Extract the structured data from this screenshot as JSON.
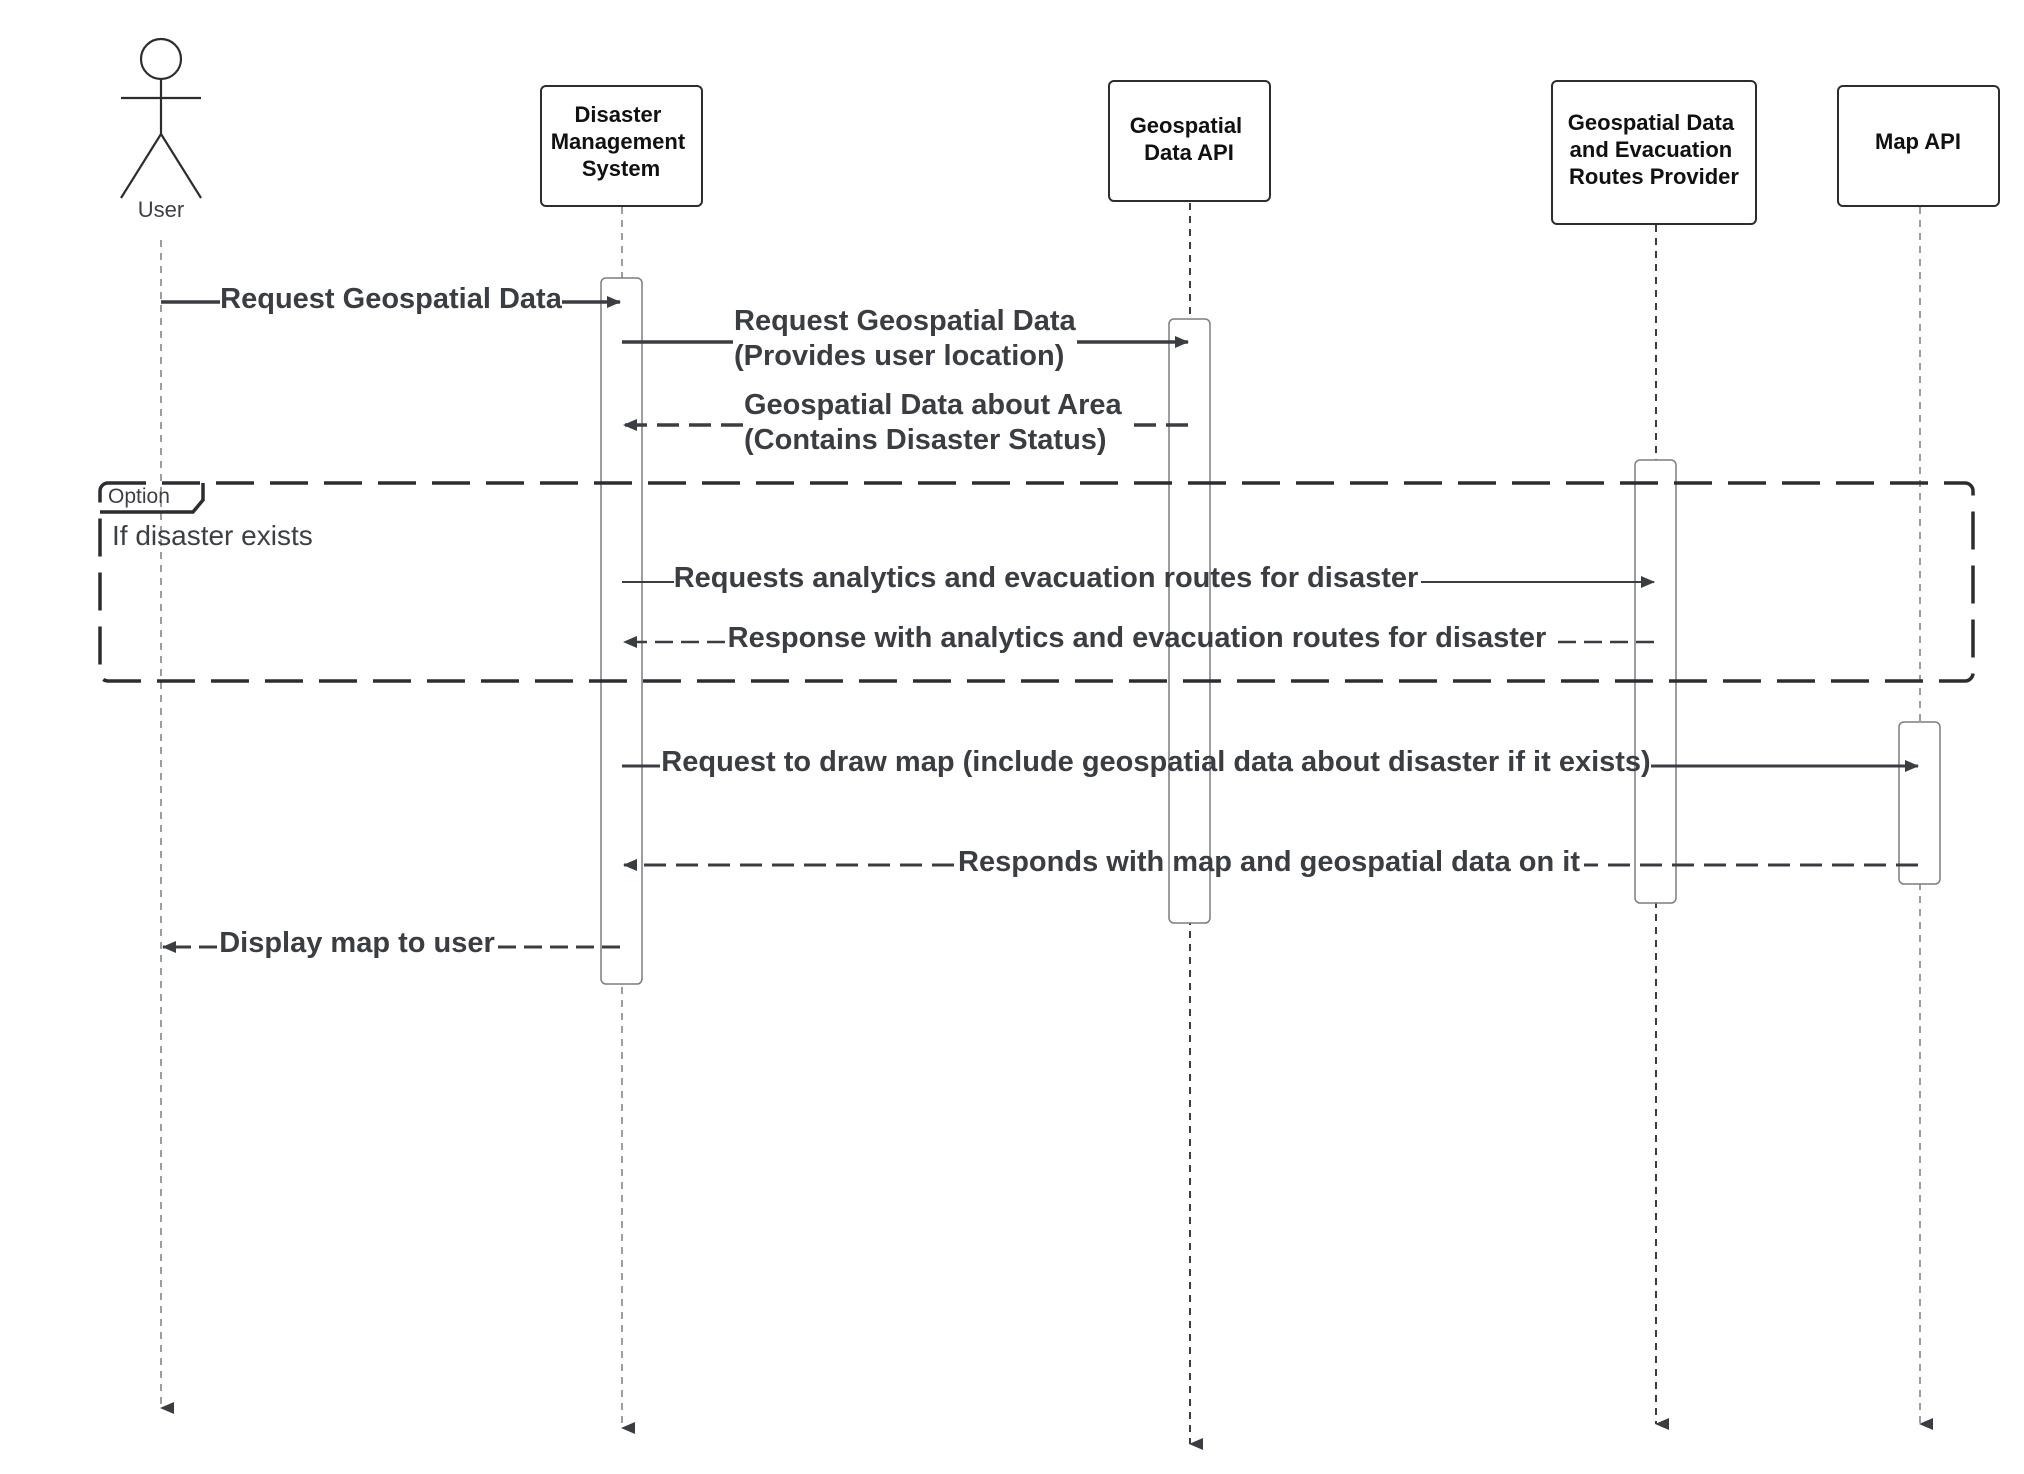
{
  "diagram": {
    "actor": {
      "label": "User"
    },
    "participants": [
      {
        "lines": [
          "Disaster",
          "Management",
          "System"
        ]
      },
      {
        "lines": [
          "Geospatial",
          "Data API"
        ]
      },
      {
        "lines": [
          "Geospatial Data",
          "and Evacuation",
          "Routes Provider"
        ]
      },
      {
        "lines": [
          "Map API"
        ]
      }
    ],
    "fragment": {
      "operator": "Option",
      "guard": "If disaster exists"
    },
    "messages": [
      {
        "lines": [
          "Request Geospatial Data"
        ],
        "kind": "sync"
      },
      {
        "lines": [
          "Request Geospatial Data",
          "(Provides user location)"
        ],
        "kind": "sync"
      },
      {
        "lines": [
          "Geospatial Data about Area",
          "(Contains Disaster Status)"
        ],
        "kind": "reply"
      },
      {
        "lines": [
          "Requests analytics and evacuation routes for disaster"
        ],
        "kind": "sync"
      },
      {
        "lines": [
          "Response with analytics and evacuation routes for disaster"
        ],
        "kind": "reply"
      },
      {
        "lines": [
          "Request to draw map (include geospatial data about disaster if it exists)"
        ],
        "kind": "sync"
      },
      {
        "lines": [
          "Responds with map and geospatial data on it"
        ],
        "kind": "reply"
      },
      {
        "lines": [
          "Display map to user"
        ],
        "kind": "reply"
      }
    ],
    "colors": {
      "line": "#3a3d42",
      "lifeline": "#7a7d82",
      "box_border": "#2b2d30",
      "text": "#3a3d42"
    }
  }
}
